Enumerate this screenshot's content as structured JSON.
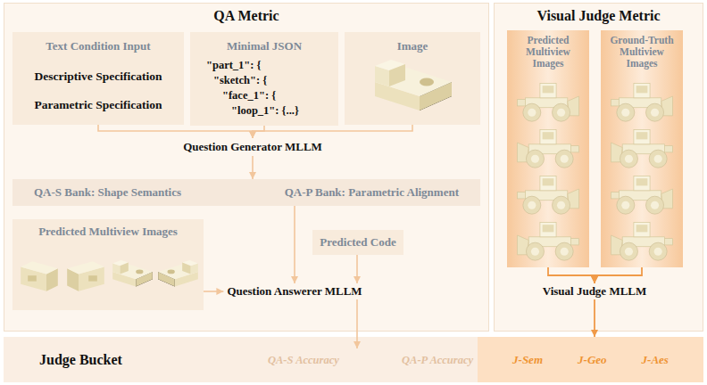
{
  "diagram": {
    "nodes": [
      {
        "text": [
          "QA Metric"
        ]
      },
      {
        "text": [
          "Text Condition Input",
          "Descriptive Specification",
          "Parametric Specification"
        ],
        "in": 0
      },
      {
        "text": [
          "Minimal JSON",
          "\"part_1\": {",
          "\"sketch\": {",
          "\"face_1\": {",
          "\"loop_1\": {...}"
        ],
        "in": 0
      },
      {
        "text": [
          "Image"
        ],
        "in": 0
      },
      {
        "text": [
          "Question Generator MLLM"
        ],
        "in": 0
      },
      {
        "text": [
          "QA-S Bank: Shape Semantics",
          "QA-P Bank: Parametric Alignment"
        ],
        "in": 0
      },
      {
        "text": [
          "Predicted Multiview Images"
        ],
        "in": 0
      },
      {
        "text": [
          "Predicted Code"
        ],
        "in": 0
      },
      {
        "text": [
          "Question Answerer MLLM"
        ],
        "in": 0
      },
      {
        "text": [
          "Visual Judge Metric"
        ]
      },
      {
        "text": [
          "Predicted Multiview Images"
        ],
        "in": 9
      },
      {
        "text": [
          "Ground-Truth Multiview Images"
        ],
        "in": 9
      },
      {
        "text": [
          "Visual Judge MLLM"
        ],
        "in": 9
      },
      {
        "text": [
          "Judge Bucket"
        ]
      },
      {
        "text": [
          "QA-S Accuracy",
          "QA-P Accuracy"
        ],
        "in": 13
      },
      {
        "text": [
          "J-Sem",
          "J-Geo",
          "J-Aes"
        ],
        "in": 13
      }
    ],
    "edges": [
      {
        "from": 1,
        "to": 4,
        "arrow": "to"
      },
      {
        "from": 2,
        "to": 4,
        "arrow": "to"
      },
      {
        "from": 3,
        "to": 4,
        "arrow": "to"
      },
      {
        "from": 4,
        "to": 5,
        "arrow": "to"
      },
      {
        "from": 5,
        "to": 8,
        "arrow": "to"
      },
      {
        "from": 6,
        "to": 8,
        "arrow": "to"
      },
      {
        "from": 7,
        "to": 8,
        "arrow": "to"
      },
      {
        "from": 8,
        "to": 14,
        "arrow": "to"
      },
      {
        "from": 10,
        "to": 12,
        "arrow": "to"
      },
      {
        "from": 11,
        "to": 12,
        "arrow": "to"
      },
      {
        "from": 12,
        "to": 15,
        "arrow": "to"
      }
    ]
  }
}
